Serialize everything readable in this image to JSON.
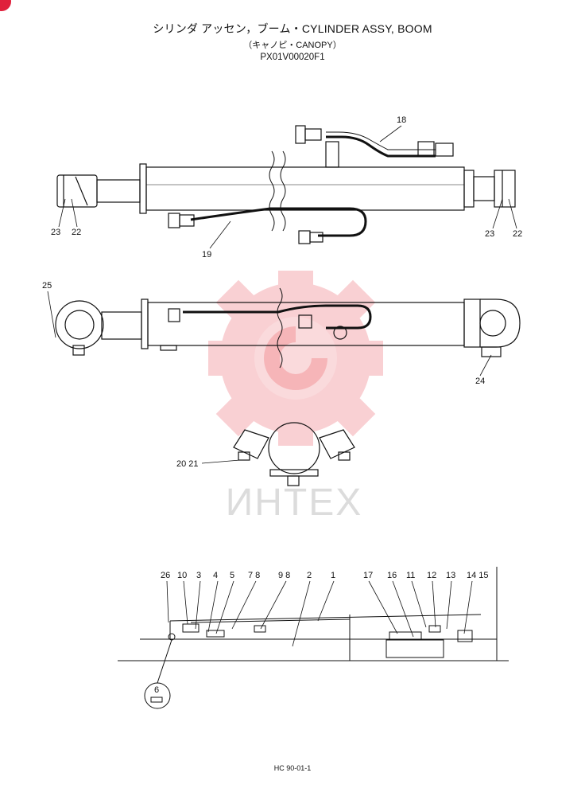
{
  "header": {
    "title": "シリンダ アッセン，ブーム・CYLINDER ASSY, BOOM",
    "subtitle": "（キャノピ・CANOPY）",
    "part_code": "PX01V00020F1"
  },
  "footer": {
    "page_ref": "HC 90-01-1"
  },
  "watermark": {
    "text": "ИНТЕХ",
    "color": "#e8303c"
  },
  "callouts": {
    "top_view": [
      "18",
      "23",
      "22",
      "19",
      "23",
      "22"
    ],
    "side_view": [
      "25",
      "24"
    ],
    "end_view": [
      "20 21"
    ],
    "section": [
      "26",
      "10",
      "3",
      "4",
      "5",
      "7 8",
      "9 8",
      "2",
      "1",
      "17",
      "16",
      "11",
      "12",
      "13",
      "14 15",
      "6"
    ]
  }
}
